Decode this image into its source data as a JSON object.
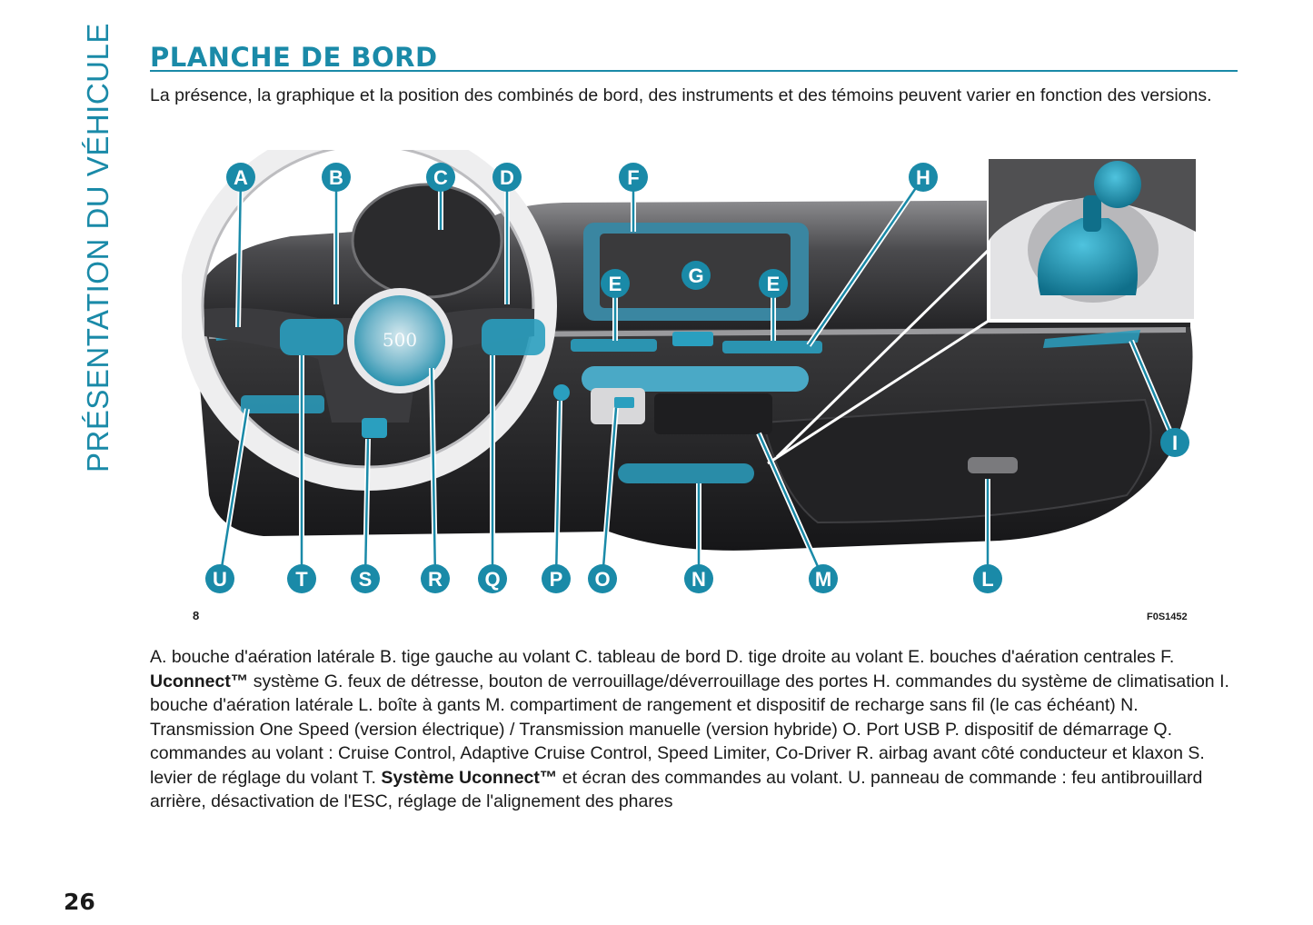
{
  "side_title": "PRÉSENTATION DU VÉHICULE",
  "heading": "PLANCHE DE BORD",
  "intro": "La présence, la graphique et la position des combinés de bord, des instruments et des témoins peuvent varier en fonction des versions.",
  "figure": {
    "number": "8",
    "code": "F0S1452",
    "labels": {
      "A": "A",
      "B": "B",
      "C": "C",
      "D": "D",
      "F": "F",
      "H": "H",
      "E1": "E",
      "G": "G",
      "E2": "E",
      "I": "I",
      "U": "U",
      "T": "T",
      "S": "S",
      "R": "R",
      "Q": "Q",
      "P": "P",
      "O": "O",
      "N": "N",
      "M": "M",
      "L": "L"
    }
  },
  "legend": {
    "part1": "A. bouche d'aération latérale B. tige gauche au volant C. tableau de bord D. tige droite au volant E. bouches d'aération centrales F. ",
    "bold1": "Uconnect™",
    "part2": " système G. feux de détresse, bouton de verrouillage/déverrouillage des portes H. commandes du système de climatisation I. bouche d'aération latérale L. boîte à gants M. compartiment de rangement et dispositif de recharge sans fil (le cas échéant) N. Transmission One Speed (version électrique) / Transmission manuelle (version hybride) O. Port USB P. dispositif de démarrage Q. commandes au volant : Cruise Control, Adaptive Cruise Control, Speed Limiter, Co-Driver R. airbag avant côté conducteur et klaxon S. levier de réglage du volant T. ",
    "bold2": "Système Uconnect™",
    "part3": " et écran des commandes au volant. U. panneau de commande : feu antibrouillard arrière, désactivation de l'ESC, réglage de l'alignement des phares"
  },
  "page_number": "26",
  "colors": {
    "accent": "#1a8aa8",
    "highlight": "#2a9fbf",
    "dash_dark": "#2b2b2d"
  }
}
